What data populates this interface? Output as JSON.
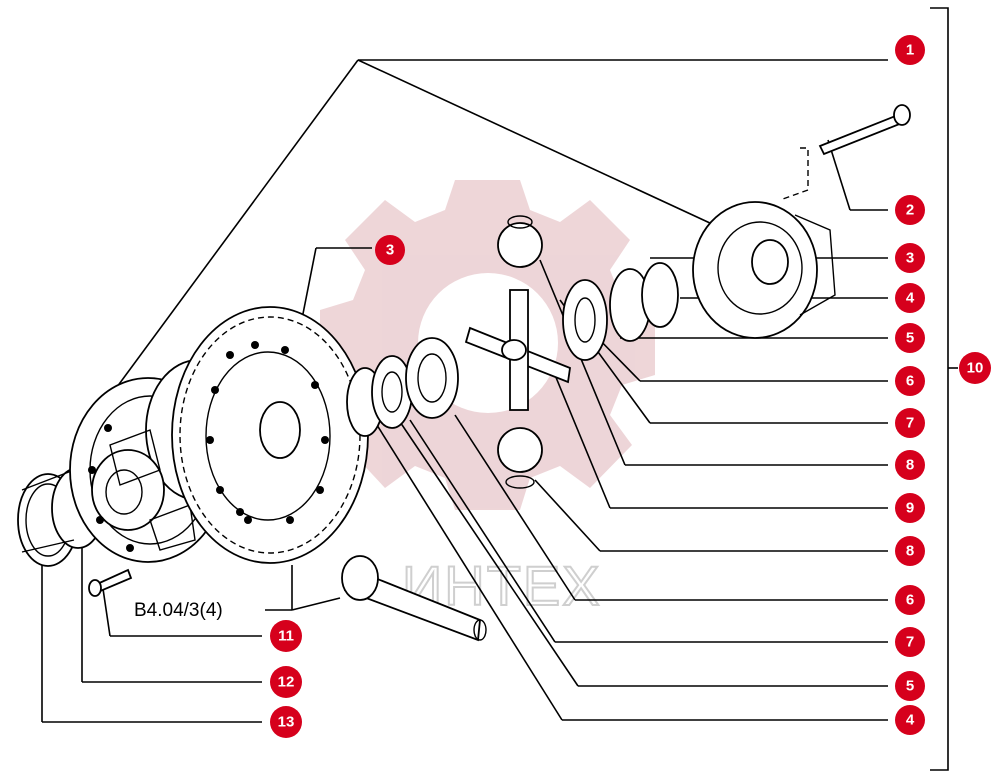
{
  "diagram": {
    "reference_code": "B4.04/3(4)",
    "watermark_text": "ИНТЕХ",
    "callouts": {
      "c1": "1",
      "c2": "2",
      "c3_left": "3",
      "c3_right": "3",
      "c4_upper": "4",
      "c5_upper": "5",
      "c6_upper": "6",
      "c7_upper": "7",
      "c8_upper": "8",
      "c9": "9",
      "c8_lower": "8",
      "c6_lower": "6",
      "c7_lower": "7",
      "c5_lower": "5",
      "c4_lower": "4",
      "c10": "10",
      "c11": "11",
      "c12": "12",
      "c13": "13"
    }
  },
  "colors": {
    "badge": "#d6001c",
    "watermark": "#e8c8cb",
    "line": "#000000"
  }
}
